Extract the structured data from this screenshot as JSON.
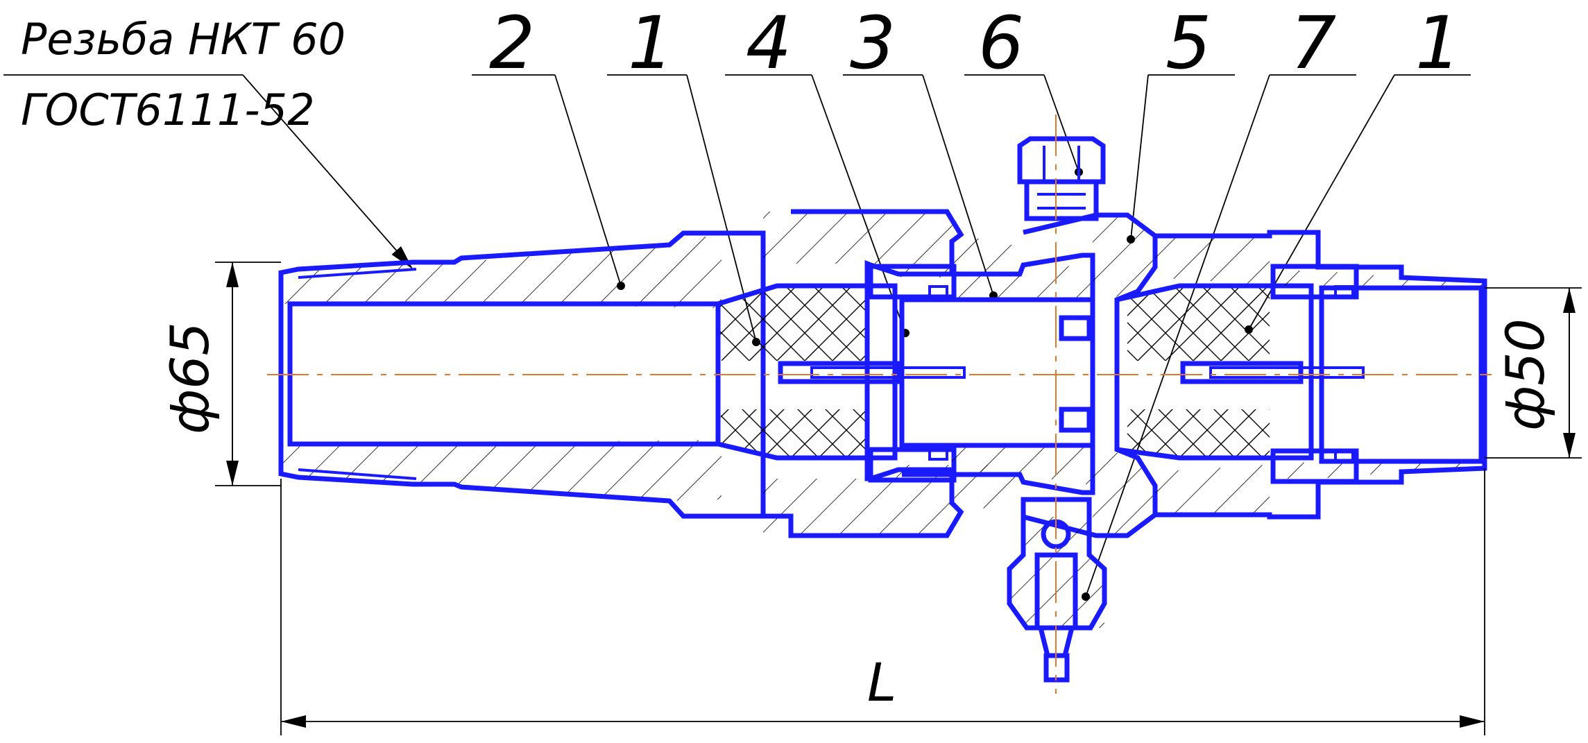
{
  "thread_note": {
    "line1": "Резьба НКТ 60",
    "line2": "ГОСТ6111-52"
  },
  "positions": [
    "2",
    "1",
    "4",
    "3",
    "6",
    "5",
    "7",
    "1"
  ],
  "dimensions": {
    "left_diameter": "ф65",
    "right_diameter": "ф50",
    "overall_length": "L"
  },
  "colors": {
    "contour": "#1a1aff",
    "axis": "#e07a2a",
    "annotation": "#000000"
  }
}
